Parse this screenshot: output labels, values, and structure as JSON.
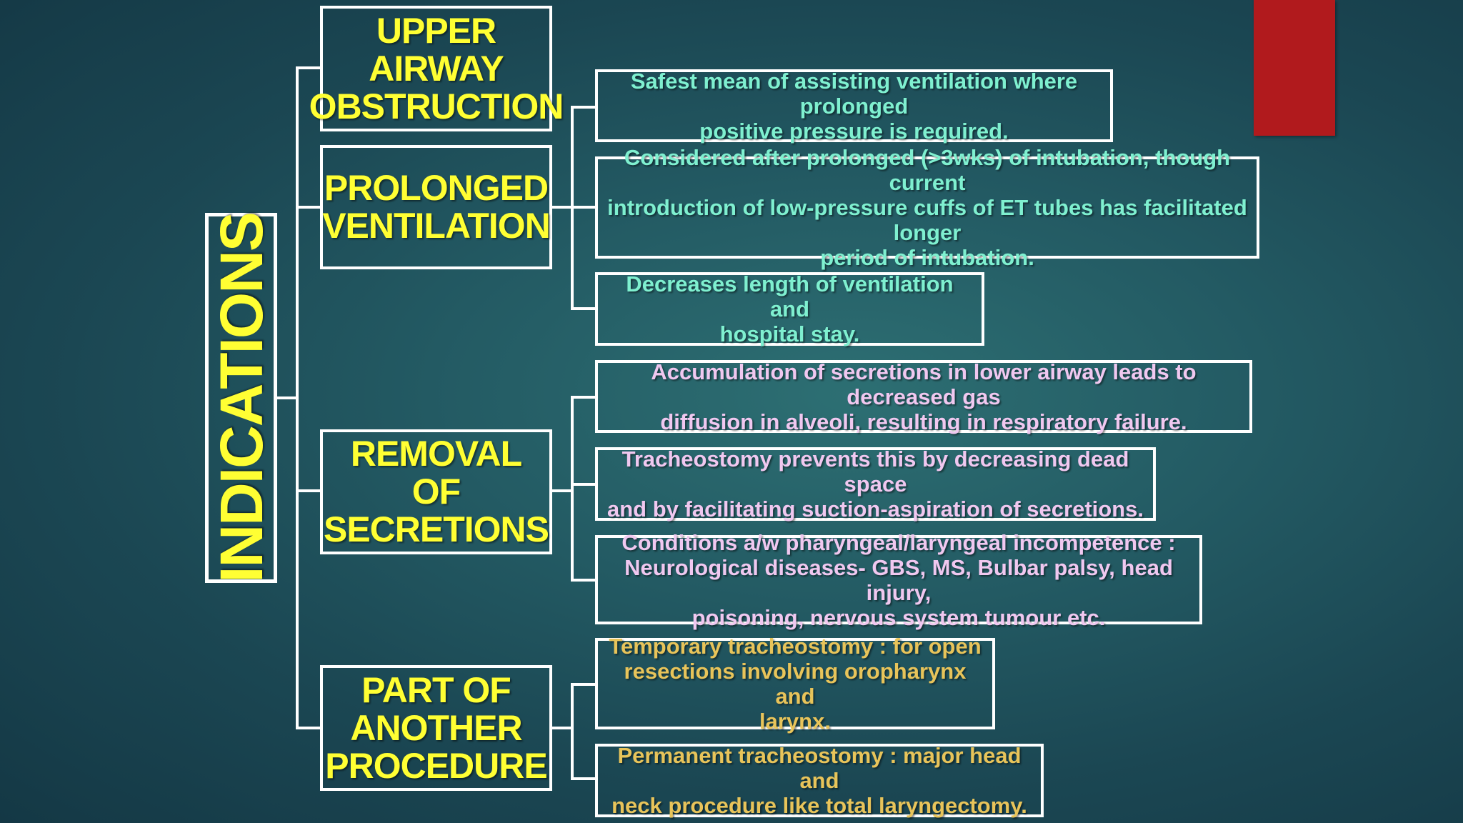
{
  "root": {
    "label": "INDICATIONS"
  },
  "categories": [
    {
      "label": "UPPER AIRWAY OBSTRUCTION",
      "lines": [
        "UPPER",
        "AIRWAY",
        "OBSTRUCTION"
      ],
      "items": []
    },
    {
      "label": "PROLONGED VENTILATION",
      "lines": [
        "PROLONGED",
        "VENTILATION"
      ],
      "items": [
        {
          "lines": [
            "Safest mean of assisting ventilation where prolonged",
            "positive pressure is required."
          ]
        },
        {
          "lines": [
            "Considered  after prolonged (>3wks) of intubation, though current",
            "introduction of low-pressure cuffs of ET tubes has facilitated longer",
            "period of intubation."
          ]
        },
        {
          "lines": [
            "Decreases length of ventilation and",
            "hospital stay."
          ]
        }
      ]
    },
    {
      "label": "REMOVAL OF SECRETIONS",
      "lines": [
        "REMOVAL OF",
        "SECRETIONS"
      ],
      "items": [
        {
          "lines": [
            "Accumulation of secretions in lower airway leads to decreased gas",
            "diffusion in alveoli, resulting in respiratory failure."
          ]
        },
        {
          "lines": [
            "Tracheostomy prevents this by decreasing dead space",
            "and by facilitating suction-aspiration of secretions."
          ]
        },
        {
          "lines": [
            "Conditions a/w pharyngeal/laryngeal incompetence :",
            "Neurological diseases- GBS, MS, Bulbar palsy, head injury,",
            "poisoning, nervous system tumour etc."
          ]
        }
      ]
    },
    {
      "label": "PART OF ANOTHER PROCEDURE",
      "lines": [
        "PART  OF",
        "ANOTHER",
        "PROCEDURE"
      ],
      "items": [
        {
          "lines": [
            "Temporary tracheostomy : for open",
            "resections involving oropharynx and",
            "larynx."
          ]
        },
        {
          "lines": [
            "Permanent tracheostomy : major head and",
            "neck procedure like total laryngectomy."
          ]
        }
      ]
    }
  ],
  "colors": {
    "category_text": "#ffff33",
    "ventilation_items": "#7ff0d0",
    "secretions_items": "#f0c8f0",
    "procedure_items": "#e8c45a",
    "accent_bar": "#b11a1d",
    "connector": "#ffffff"
  }
}
